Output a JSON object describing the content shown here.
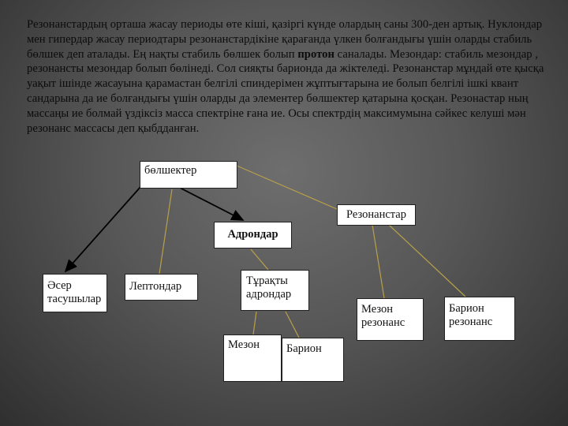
{
  "paragraph": {
    "p1": "Резонанстардың орташа жасау периоды өте кіші, қазіргі күнде олардың саны 300-ден артық. Нуклондар мен гипердар жасау периодтары резонанстардікіне қарағанда үлкен болғандығы үшін оларды стабиль бөлшек деп аталады. Ең нақты стабиль бөлшек болып ",
    "p1_bold": "протон",
    "p2": " саналады. Мезондар: стабиль мезондар , резонансты мезондар болып бөлінеді. Сол сияқты барионда да жіктеледі. Резонанстар мұндай өте қысқа уақыт ішінде жасауына қарамастан белгілі спиндерімен жұптығтарына ие болып белгілі ішкі квант сандарына да ие болғандығы үшін оларды да элементер бөлшектер қатарына қосқан. Резонастар ның массаңы ие болмай үздіксіз масса спектріне ғана ие. Осы спектрдің максимумына сәйкес келуші мән резонанс массасы деп қыбдданған."
  },
  "diagram": {
    "root": "бөлшектер",
    "resonances": "Резонанстар",
    "hadrons": "Адрондар",
    "carriers": "Әсер тасушылар",
    "leptons": "Лептондар",
    "stable_hadrons": "Тұрақты адрондар",
    "meson": "Мезон",
    "baryon": "Барион",
    "meson_resonance": "Мезон резонанс",
    "baryon_resonance": "Барион резонанс"
  },
  "colors": {
    "arrow": "#000000",
    "line": "#b8a04a",
    "box_fill": "#ffffff"
  }
}
